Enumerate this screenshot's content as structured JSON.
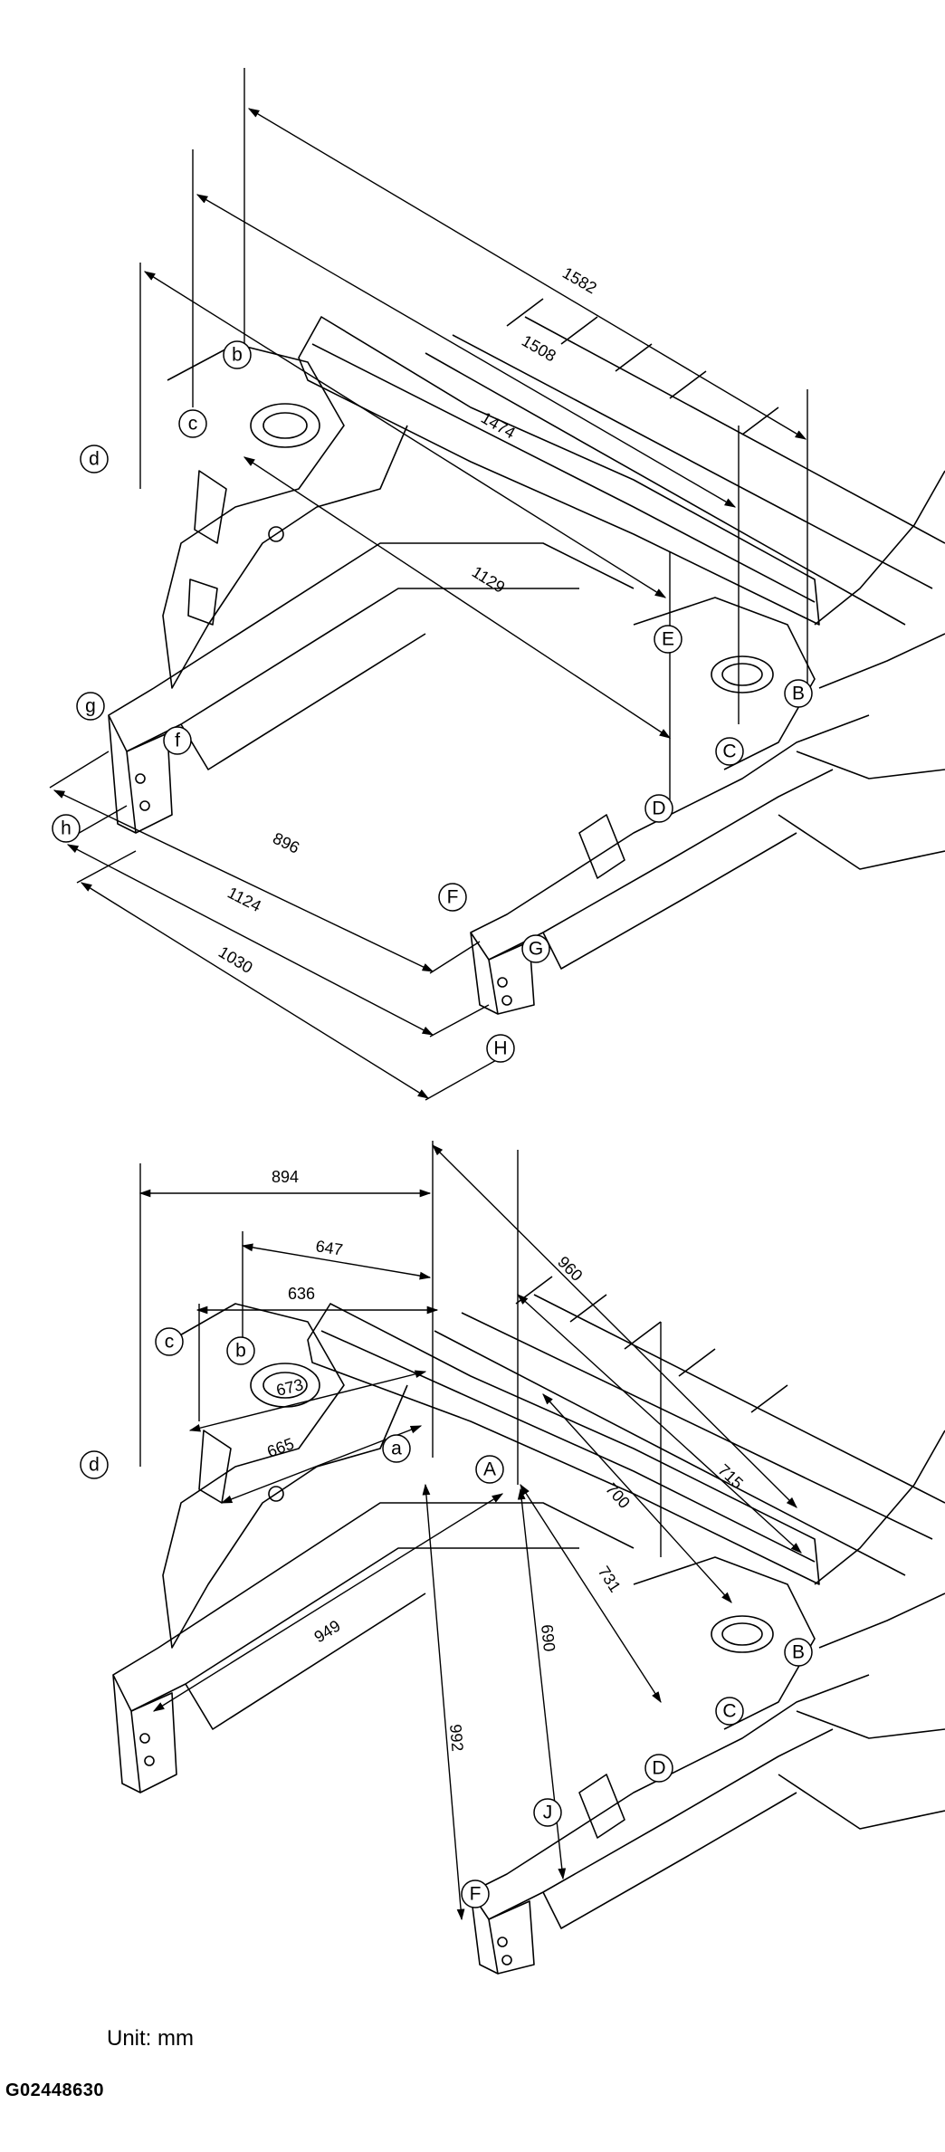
{
  "top_view": {
    "dimensions": [
      "1582",
      "1508",
      "1474",
      "1129",
      "896",
      "1124",
      "1030"
    ],
    "callouts": [
      "b",
      "c",
      "d",
      "E",
      "B",
      "C",
      "D",
      "g",
      "f",
      "h",
      "F",
      "G",
      "H"
    ]
  },
  "bottom_view": {
    "dimensions": [
      "894",
      "647",
      "636",
      "960",
      "673",
      "665",
      "700",
      "715",
      "731",
      "690",
      "949",
      "992"
    ],
    "callouts": [
      "c",
      "b",
      "d",
      "a",
      "A",
      "B",
      "C",
      "D",
      "J",
      "F"
    ]
  },
  "footer": {
    "unit": "Unit: mm",
    "figure_code": "G02448630"
  }
}
